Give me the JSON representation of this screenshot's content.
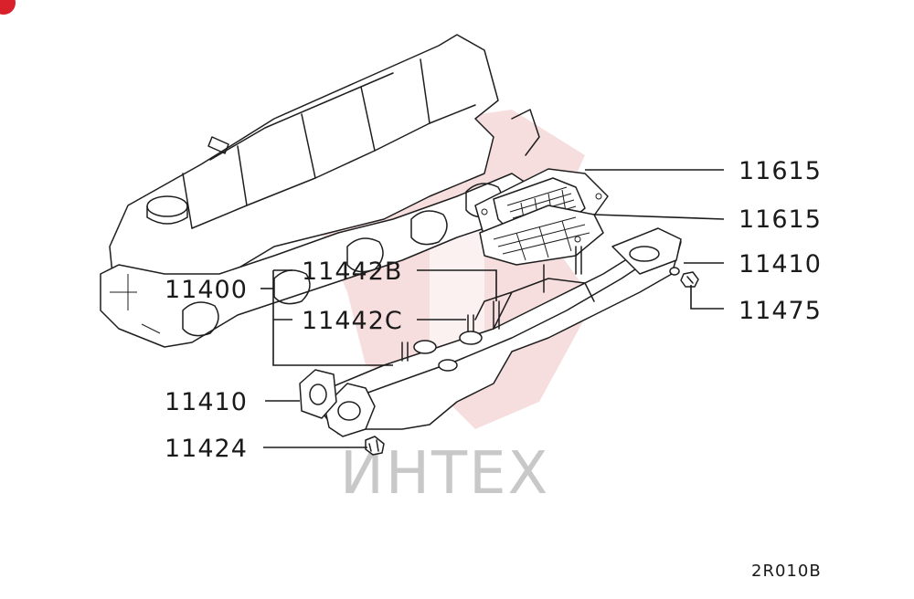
{
  "watermark": {
    "text": "ИНТЕХ",
    "color": "#c8c8c8",
    "emblem_color": "#f2c4c4"
  },
  "badge_color": "#d9212b",
  "labels": {
    "p11615_upper": "11615",
    "p11615_lower": "11615",
    "p11410_right": "11410",
    "p11475": "11475",
    "p11400": "11400",
    "p11442B": "11442B",
    "p11442C": "11442C",
    "p11410_left": "11410",
    "p11424": "11424"
  },
  "diagram_code": "2R010B"
}
